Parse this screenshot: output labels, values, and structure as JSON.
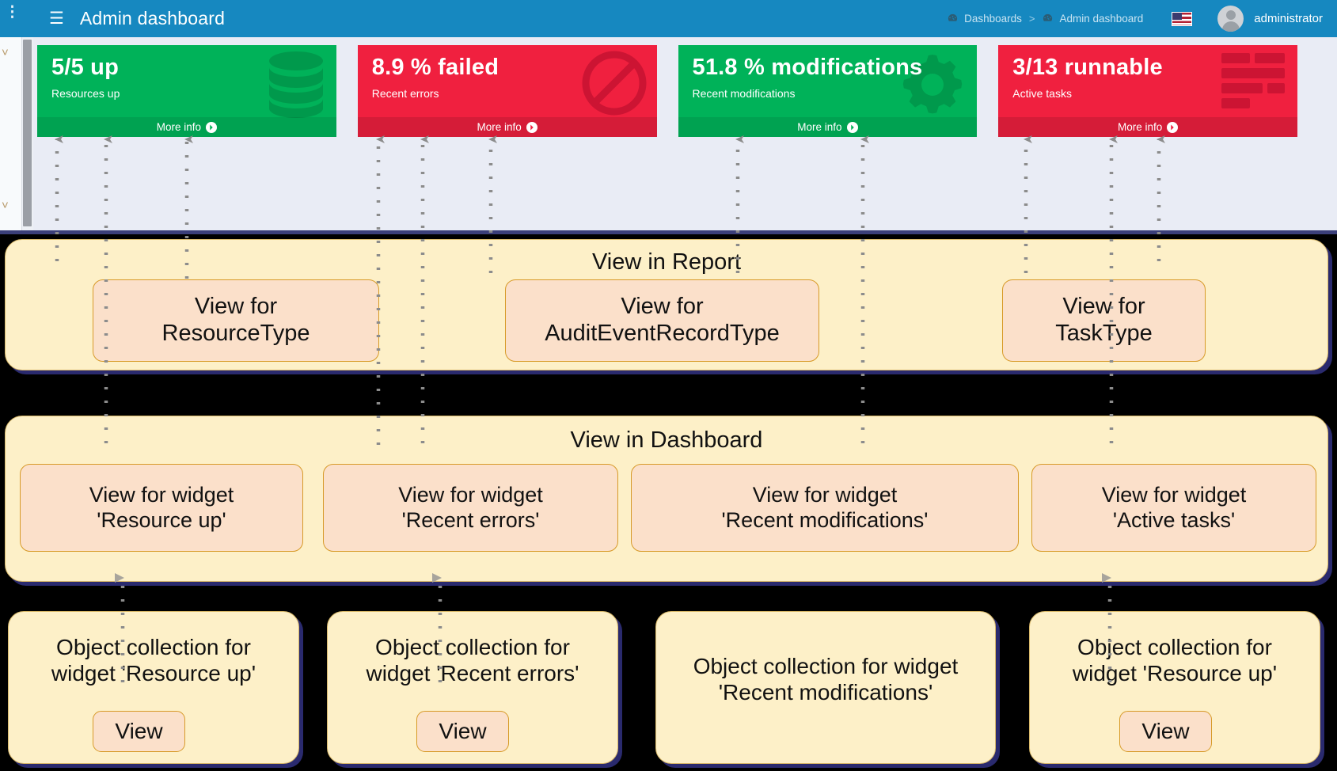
{
  "topbar": {
    "menu_icon": "hamburger-icon",
    "title": "Admin dashboard",
    "breadcrumb": [
      {
        "icon": "gauge-icon",
        "label": "Dashboards"
      },
      {
        "icon": "gauge-icon",
        "label": "Admin dashboard"
      }
    ],
    "breadcrumb_separator": ">",
    "locale_icon": "us-flag-icon",
    "avatar_icon": "user-avatar-icon",
    "user": "administrator",
    "accent_color": "#1688c0"
  },
  "widgets": [
    {
      "value": "5/5 up",
      "desc": "Resources up",
      "more_info": "More info",
      "color": "#00b259",
      "variant": "green",
      "icon": "database-icon"
    },
    {
      "value": "8.9 % failed",
      "desc": "Recent errors",
      "more_info": "More info",
      "color": "#f0203f",
      "variant": "red",
      "icon": "ban-icon"
    },
    {
      "value": "51.8 % modifications",
      "desc": "Recent modifications",
      "more_info": "More info",
      "color": "#00b259",
      "variant": "green",
      "icon": "gear-icon"
    },
    {
      "value": "3/13 runnable",
      "desc": "Active tasks",
      "more_info": "More info",
      "color": "#f0203f",
      "variant": "red",
      "icon": "tasks-icon"
    }
  ],
  "report_panel": {
    "title": "View in Report",
    "nodes": [
      {
        "label": "View for\nResourceType"
      },
      {
        "label": "View for\nAuditEventRecordType"
      },
      {
        "label": "View for\nTaskType"
      }
    ]
  },
  "dashboard_panel": {
    "title": "View in Dashboard",
    "nodes": [
      {
        "label": "View for widget\n'Resource up'"
      },
      {
        "label": "View for widget\n'Recent errors'"
      },
      {
        "label": "View for widget\n'Recent modifications'"
      },
      {
        "label": "View for widget\n'Active tasks'"
      }
    ]
  },
  "object_collections": [
    {
      "label": "Object collection for\nwidget 'Resource up'",
      "button": "View"
    },
    {
      "label": "Object collection for\nwidget 'Recent errors'",
      "button": "View"
    },
    {
      "label": "Object collection for widget\n'Recent modifications'",
      "button": null
    },
    {
      "label": "Object collection for\nwidget 'Resource up'",
      "button": "View"
    }
  ],
  "colors": {
    "panel_fill": "#fdf0c8",
    "panel_border": "#d9b96a",
    "panel_shadow": "#2a2a6e",
    "node_fill": "#fbe0ca",
    "node_border": "#d79a28",
    "connector": "#8c8c8c",
    "background": "#000000"
  }
}
